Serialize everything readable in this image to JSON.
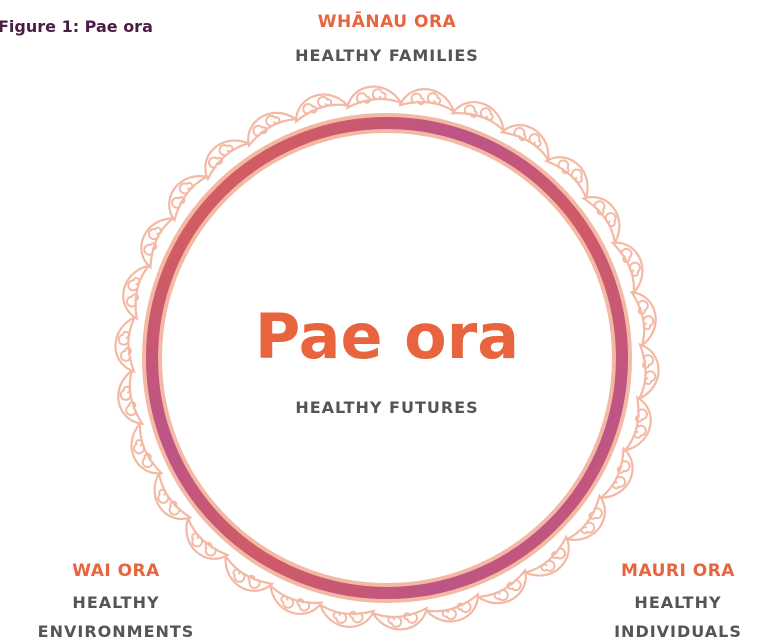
{
  "figure_title": "Figure 1: Pae ora",
  "center": {
    "title": "Pae ora",
    "subtitle": "HEALTHY FUTURES"
  },
  "top": {
    "title": "WHĀNAU ORA",
    "subtitle": "HEALTHY FAMILIES"
  },
  "bottom_left": {
    "title": "WAI ORA",
    "subtitle_line1": "HEALTHY",
    "subtitle_line2": "ENVIRONMENTS"
  },
  "bottom_right": {
    "title": "MAURI ORA",
    "subtitle_line1": "HEALTHY",
    "subtitle_line2": "INDIVIDUALS"
  },
  "colors": {
    "orange": "#e8643f",
    "purple": "#b0509a",
    "pattern": "#f3b9a4",
    "title": "#4a1d45",
    "gray": "#555555"
  }
}
